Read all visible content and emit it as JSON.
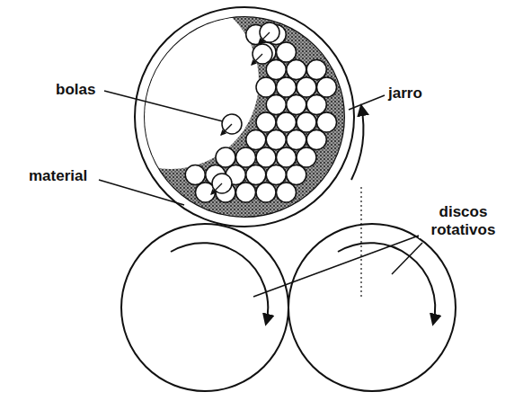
{
  "diagram": {
    "labels": [
      "bolas",
      "jarro",
      "material",
      "discos rotativos"
    ]
  }
}
